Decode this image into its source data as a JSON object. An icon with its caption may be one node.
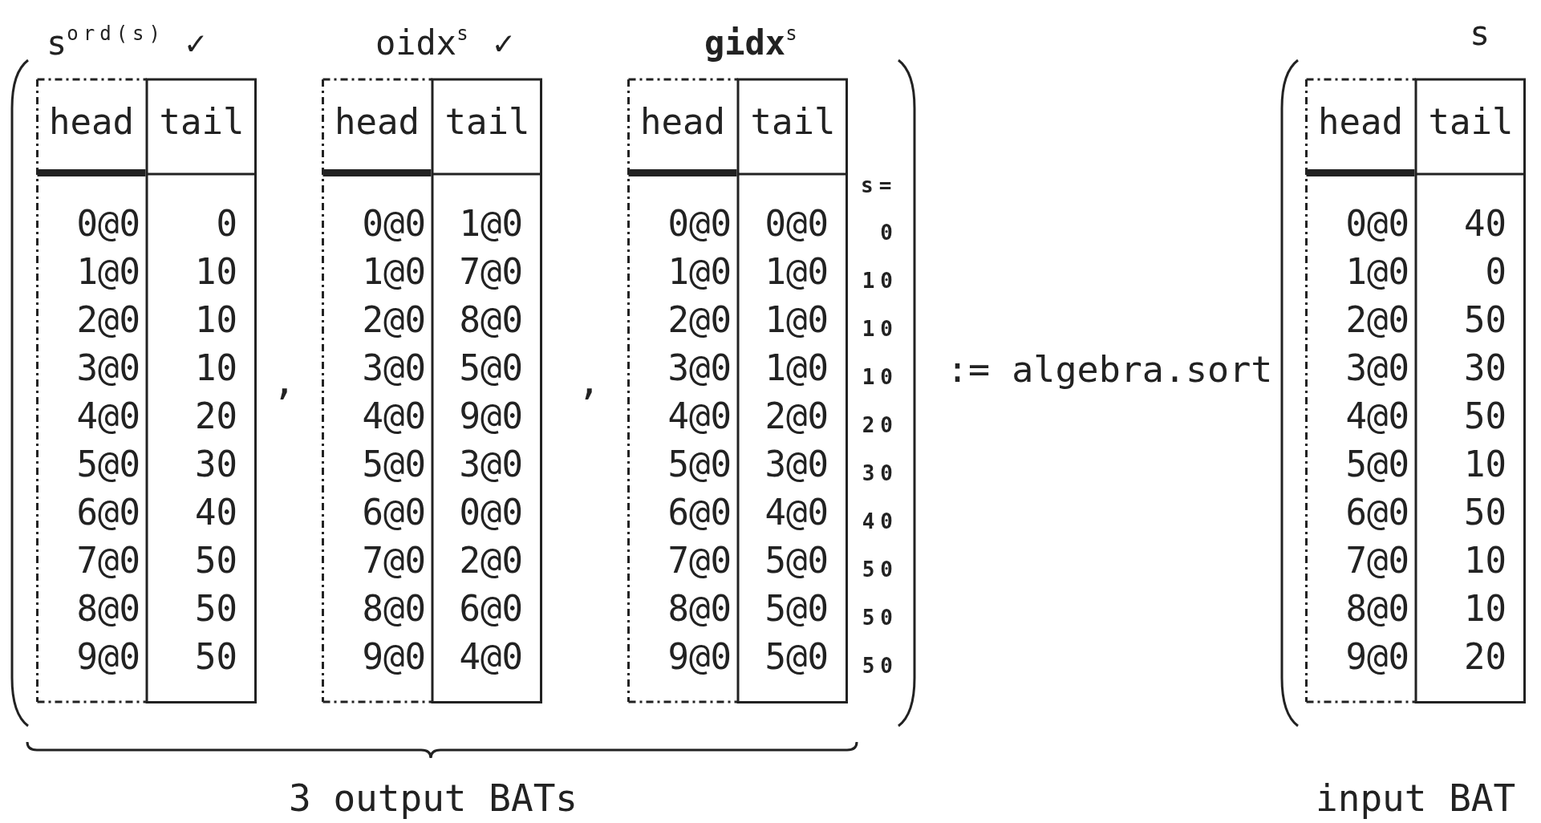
{
  "diagram": {
    "nodes": [
      {
        "text": [
          "head",
          "tail",
          "0@0",
          "0",
          "1@0",
          "10",
          "2@0",
          "10",
          "3@0",
          "10",
          "4@0",
          "20",
          "5@0",
          "30",
          "6@0",
          "40",
          "7@0",
          "50",
          "8@0",
          "50",
          "9@0",
          "50"
        ],
        "beside": [
          "s$^{ord(s)}$ ✓"
        ]
      },
      {
        "text": [
          "head",
          "tail",
          "0@0",
          "1@0",
          "1@0",
          "7@0",
          "2@0",
          "8@0",
          "3@0",
          "5@0",
          "4@0",
          "9@0",
          "5@0",
          "3@0",
          "6@0",
          "0@0",
          "7@0",
          "2@0",
          "8@0",
          "6@0",
          "9@0",
          "4@0"
        ],
        "beside": [
          "oidx$^{s}$ ✓"
        ]
      },
      {
        "text": [
          "head",
          "tail",
          "0@0",
          "0@0",
          "1@0",
          "1@0",
          "2@0",
          "1@0",
          "3@0",
          "1@0",
          "4@0",
          "2@0",
          "5@0",
          "3@0",
          "6@0",
          "4@0",
          "7@0",
          "5@0",
          "8@0",
          "5@0",
          "9@0",
          "5@0"
        ],
        "beside": [
          "**gidx**$^{s}$"
        ]
      },
      {
        "text": [
          "head",
          "tail",
          "0@0",
          "40",
          "1@0",
          "0",
          "2@0",
          "50",
          "3@0",
          "30",
          "4@0",
          "50",
          "5@0",
          "10",
          "6@0",
          "50",
          "7@0",
          "10",
          "8@0",
          "10",
          "9@0",
          "20"
        ],
        "beside": [
          "s"
        ]
      }
    ],
    "edges": [],
    "labels": [
      ",",
      ",",
      "s=",
      "0",
      "10",
      "10",
      "10",
      "20",
      "30",
      "40",
      "50",
      "50",
      "50",
      ":= algebra.sort",
      "3 output BATs",
      "input BAT"
    ]
  }
}
